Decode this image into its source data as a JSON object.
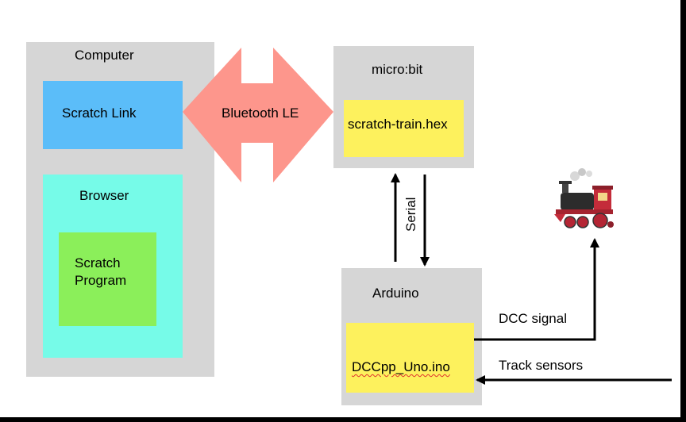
{
  "computer": {
    "label": "Computer"
  },
  "scratch_link": {
    "label": "Scratch Link"
  },
  "browser": {
    "label": "Browser"
  },
  "scratch_program": {
    "line1": "Scratch",
    "line2": "Program"
  },
  "bluetooth": {
    "label": "Bluetooth LE"
  },
  "microbit": {
    "label": "micro:bit",
    "file": "scratch-train.hex"
  },
  "serial": {
    "label": "Serial"
  },
  "arduino": {
    "label": "Arduino",
    "file": "DCCpp_Uno.ino"
  },
  "dcc_signal": {
    "label": "DCC signal"
  },
  "track_sensors": {
    "label": "Track sensors"
  },
  "locomotive": {
    "icon": "locomotive-icon"
  },
  "colors": {
    "container_gray": "#d6d6d6",
    "scratch_link_blue": "#5bbdf9",
    "browser_cyan": "#76fbe8",
    "program_green": "#8bef5a",
    "file_yellow": "#fdf15d",
    "bluetooth_salmon": "#fd968c"
  }
}
